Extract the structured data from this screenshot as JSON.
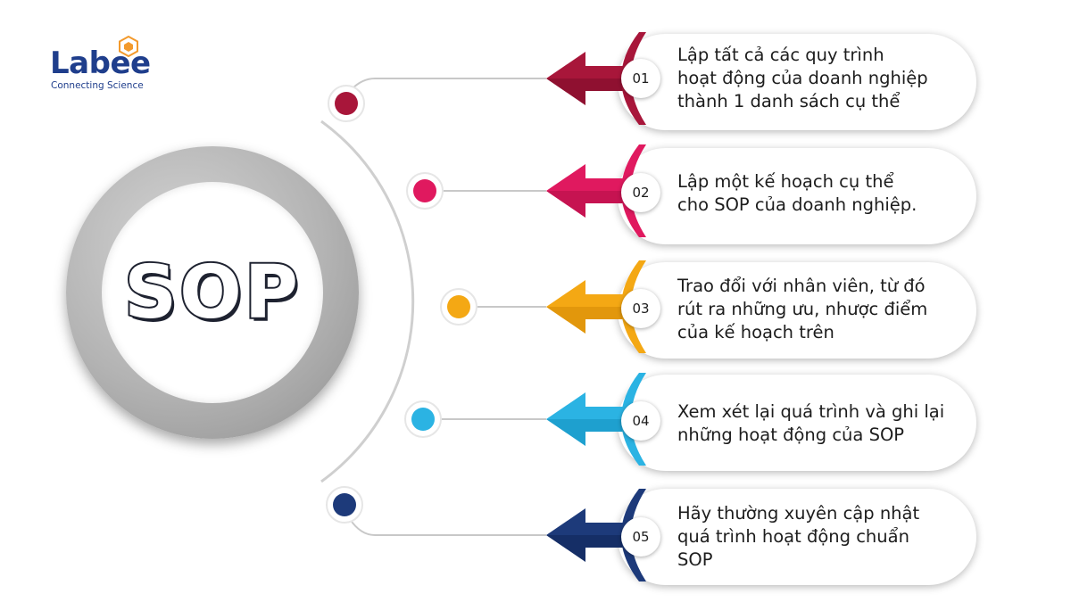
{
  "logo": {
    "wordmark": "Labee",
    "tagline": "Connecting Science",
    "brand_color": "#1f3e8c",
    "accent_color": "#f39a2c"
  },
  "center": {
    "label": "SOP"
  },
  "steps": [
    {
      "number": "01",
      "lines": [
        "Lập tất cả các quy trình",
        "hoạt động của doanh nghiệp",
        "thành 1 danh sách cụ thể"
      ],
      "color": "#a8163a",
      "dark": "#7a0d28"
    },
    {
      "number": "02",
      "lines": [
        "Lập một kế hoạch cụ thể",
        "cho SOP của doanh nghiệp."
      ],
      "color": "#e0195f",
      "dark": "#b10f45"
    },
    {
      "number": "03",
      "lines": [
        "Trao đổi với nhân viên, từ đó",
        "rút ra những ưu, nhược điểm",
        "của kế hoạch trên"
      ],
      "color": "#f4a814",
      "dark": "#d48806"
    },
    {
      "number": "04",
      "lines": [
        "Xem xét lại quá trình và ghi lại",
        "những hoạt động của SOP"
      ],
      "color": "#2bb3e3",
      "dark": "#148fbf"
    },
    {
      "number": "05",
      "lines": [
        "Hãy thường xuyên cập nhật",
        "quá trình hoạt động chuẩn",
        "SOP"
      ],
      "color": "#1d3a7a",
      "dark": "#0f2455"
    }
  ]
}
